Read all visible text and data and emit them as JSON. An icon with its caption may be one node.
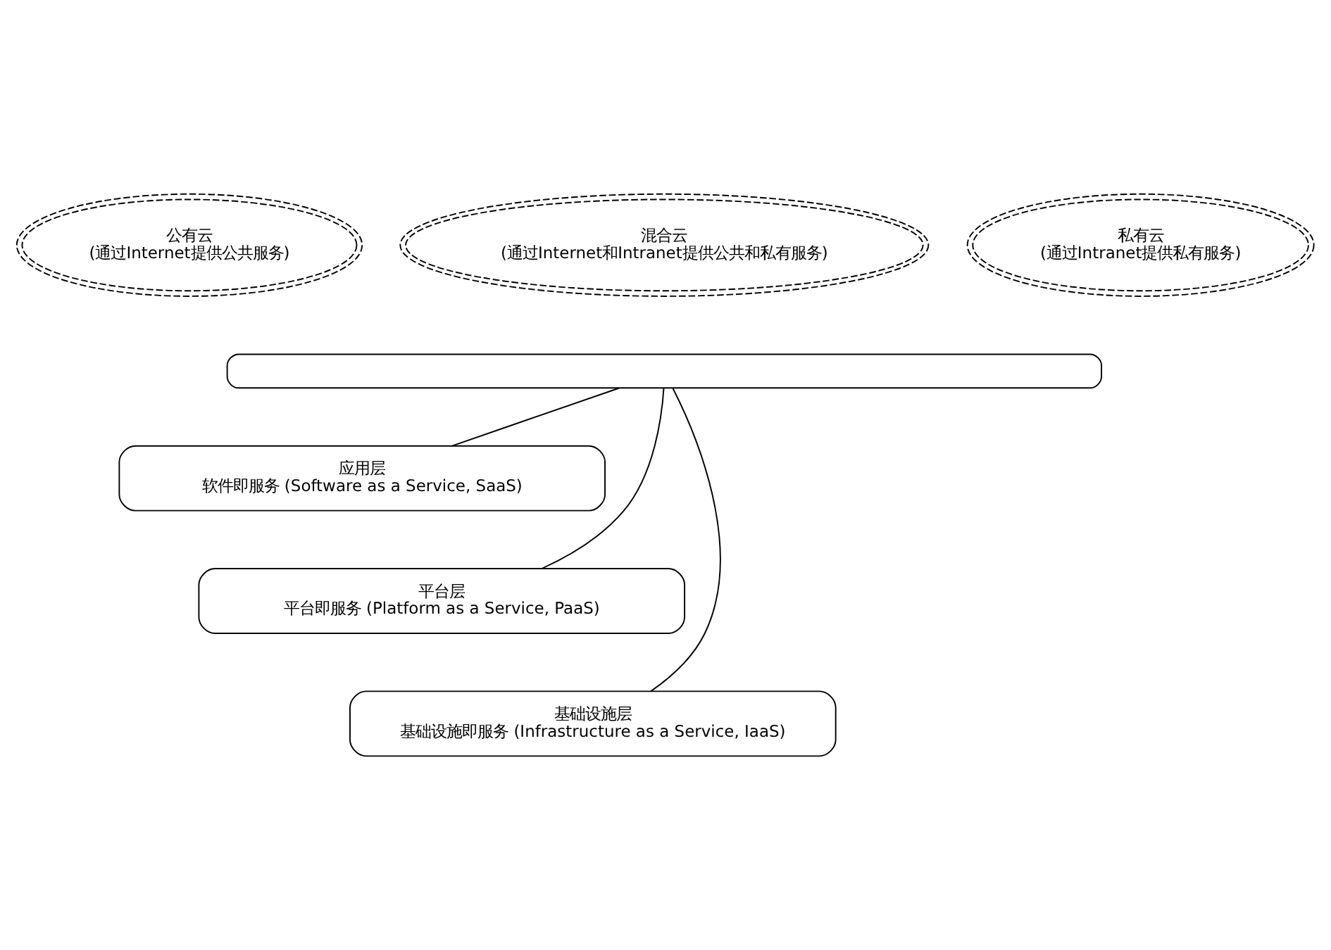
{
  "diagram": {
    "nodes": [
      {
        "text": [
          "公有云",
          "(通过Internet提供公共服务)"
        ]
      },
      {
        "text": [
          "混合云",
          "(通过Internet和Intranet提供公共和私有服务)"
        ]
      },
      {
        "text": [
          "私有云",
          "(通过Intranet提供私有服务)"
        ]
      },
      {
        "text": [],
        "shape": "bar"
      },
      {
        "text": [
          "应用层",
          "软件即服务 (Software as a Service, SaaS)"
        ]
      },
      {
        "text": [
          "平台层",
          "平台即服务 (Platform as a Service, PaaS)"
        ]
      },
      {
        "text": [
          "基础设施层",
          "基础设施即服务 (Infrastructure as a Service, IaaS)"
        ]
      }
    ],
    "edges": [
      {
        "from": 3,
        "to": 4,
        "arrow": "none"
      },
      {
        "from": 3,
        "to": 5,
        "arrow": "none"
      },
      {
        "from": 3,
        "to": 6,
        "arrow": "none"
      }
    ]
  }
}
